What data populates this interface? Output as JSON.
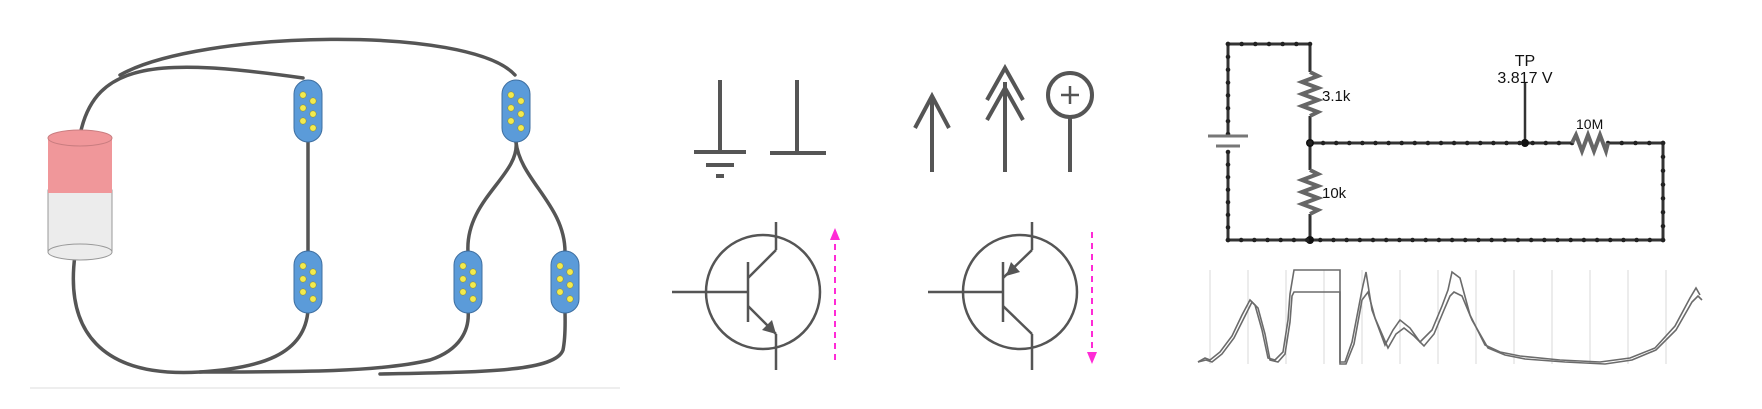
{
  "colors": {
    "wire": "#555555",
    "battery_top": "#f0979a",
    "battery_bottom": "#ececec",
    "node_fill": "#5b9bd9",
    "node_pin": "#f2ea4f",
    "symbol": "#555555",
    "current_arrow": "#ff2bd6",
    "scope_trace": "#6b6b6b",
    "scope_grid": "#d9d9d9"
  },
  "right_panel": {
    "resistor_top_label": "3.1k",
    "resistor_bottom_label": "10k",
    "resistor_right_label": "10M",
    "probe_name": "TP",
    "probe_value": "3.817 V"
  }
}
